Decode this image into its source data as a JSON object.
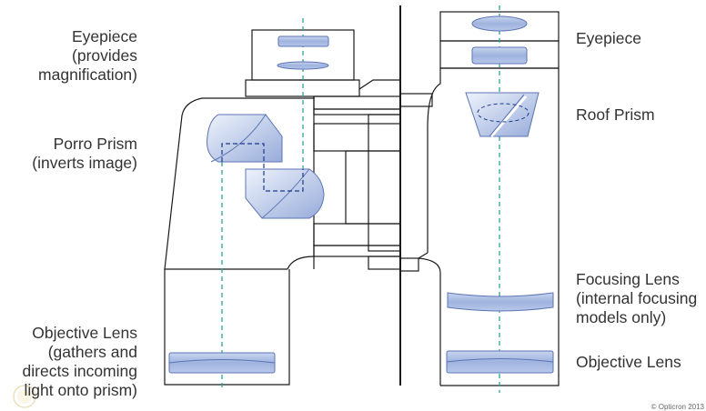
{
  "porro_side": {
    "eyepiece": [
      "Eyepiece",
      "(provides",
      "magnification)"
    ],
    "prism": [
      "Porro Prism",
      "(inverts image)"
    ],
    "objective": [
      "Objective Lens",
      "(gathers and",
      "directs incoming",
      "light onto prism)"
    ]
  },
  "roof_side": {
    "eyepiece": [
      "Eyepiece"
    ],
    "prism": [
      "Roof Prism"
    ],
    "focusing": [
      "Focusing Lens",
      "(internal focusing",
      "models only)"
    ],
    "objective": [
      "Objective Lens"
    ]
  },
  "copyright": "© Opticron 2013",
  "colors": {
    "outline": "#1a1a1a",
    "glass_light": "#e8eef9",
    "glass_dark": "#9aaedc",
    "glass_stroke": "#5b74b4",
    "axis": "#2aa39a"
  }
}
